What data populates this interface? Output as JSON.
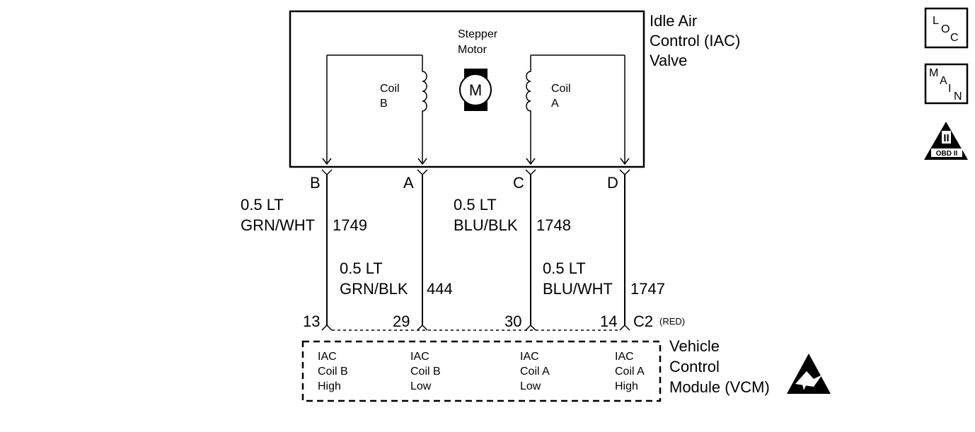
{
  "iac_valve": {
    "title_lines": [
      "Idle Air",
      "Control (IAC)",
      "Valve"
    ],
    "motor_label_lines": [
      "Stepper",
      "Motor"
    ],
    "motor_symbol": "M",
    "coil_b": [
      "Coil",
      "B"
    ],
    "coil_a": [
      "Coil",
      "A"
    ]
  },
  "valve_pins": [
    "B",
    "A",
    "C",
    "D"
  ],
  "wires": [
    {
      "gauge": "0.5 LT",
      "color": "GRN/WHT",
      "circuit": "1749"
    },
    {
      "gauge": "0.5 LT",
      "color": "GRN/BLK",
      "circuit": "444"
    },
    {
      "gauge": "0.5 LT",
      "color": "BLU/BLK",
      "circuit": "1748"
    },
    {
      "gauge": "0.5 LT",
      "color": "BLU/WHT",
      "circuit": "1747"
    }
  ],
  "vcm_connector": {
    "pins": [
      "13",
      "29",
      "30",
      "14"
    ],
    "name": "C2",
    "note": "(RED)"
  },
  "vcm": {
    "title_lines": [
      "Vehicle",
      "Control",
      "Module (VCM)"
    ],
    "terminals": [
      [
        "IAC",
        "Coil B",
        "High"
      ],
      [
        "IAC",
        "Coil B",
        "Low"
      ],
      [
        "IAC",
        "Coil A",
        "Low"
      ],
      [
        "IAC",
        "Coil A",
        "High"
      ]
    ]
  },
  "badges": {
    "loc": [
      "L",
      "O",
      "C"
    ],
    "main": [
      "M",
      "A",
      "I",
      "N"
    ],
    "obd_numeral": "II",
    "obd_text": "OBD II"
  },
  "icons": {
    "esd": "esd-warning-icon",
    "motor": "motor-symbol-icon"
  }
}
